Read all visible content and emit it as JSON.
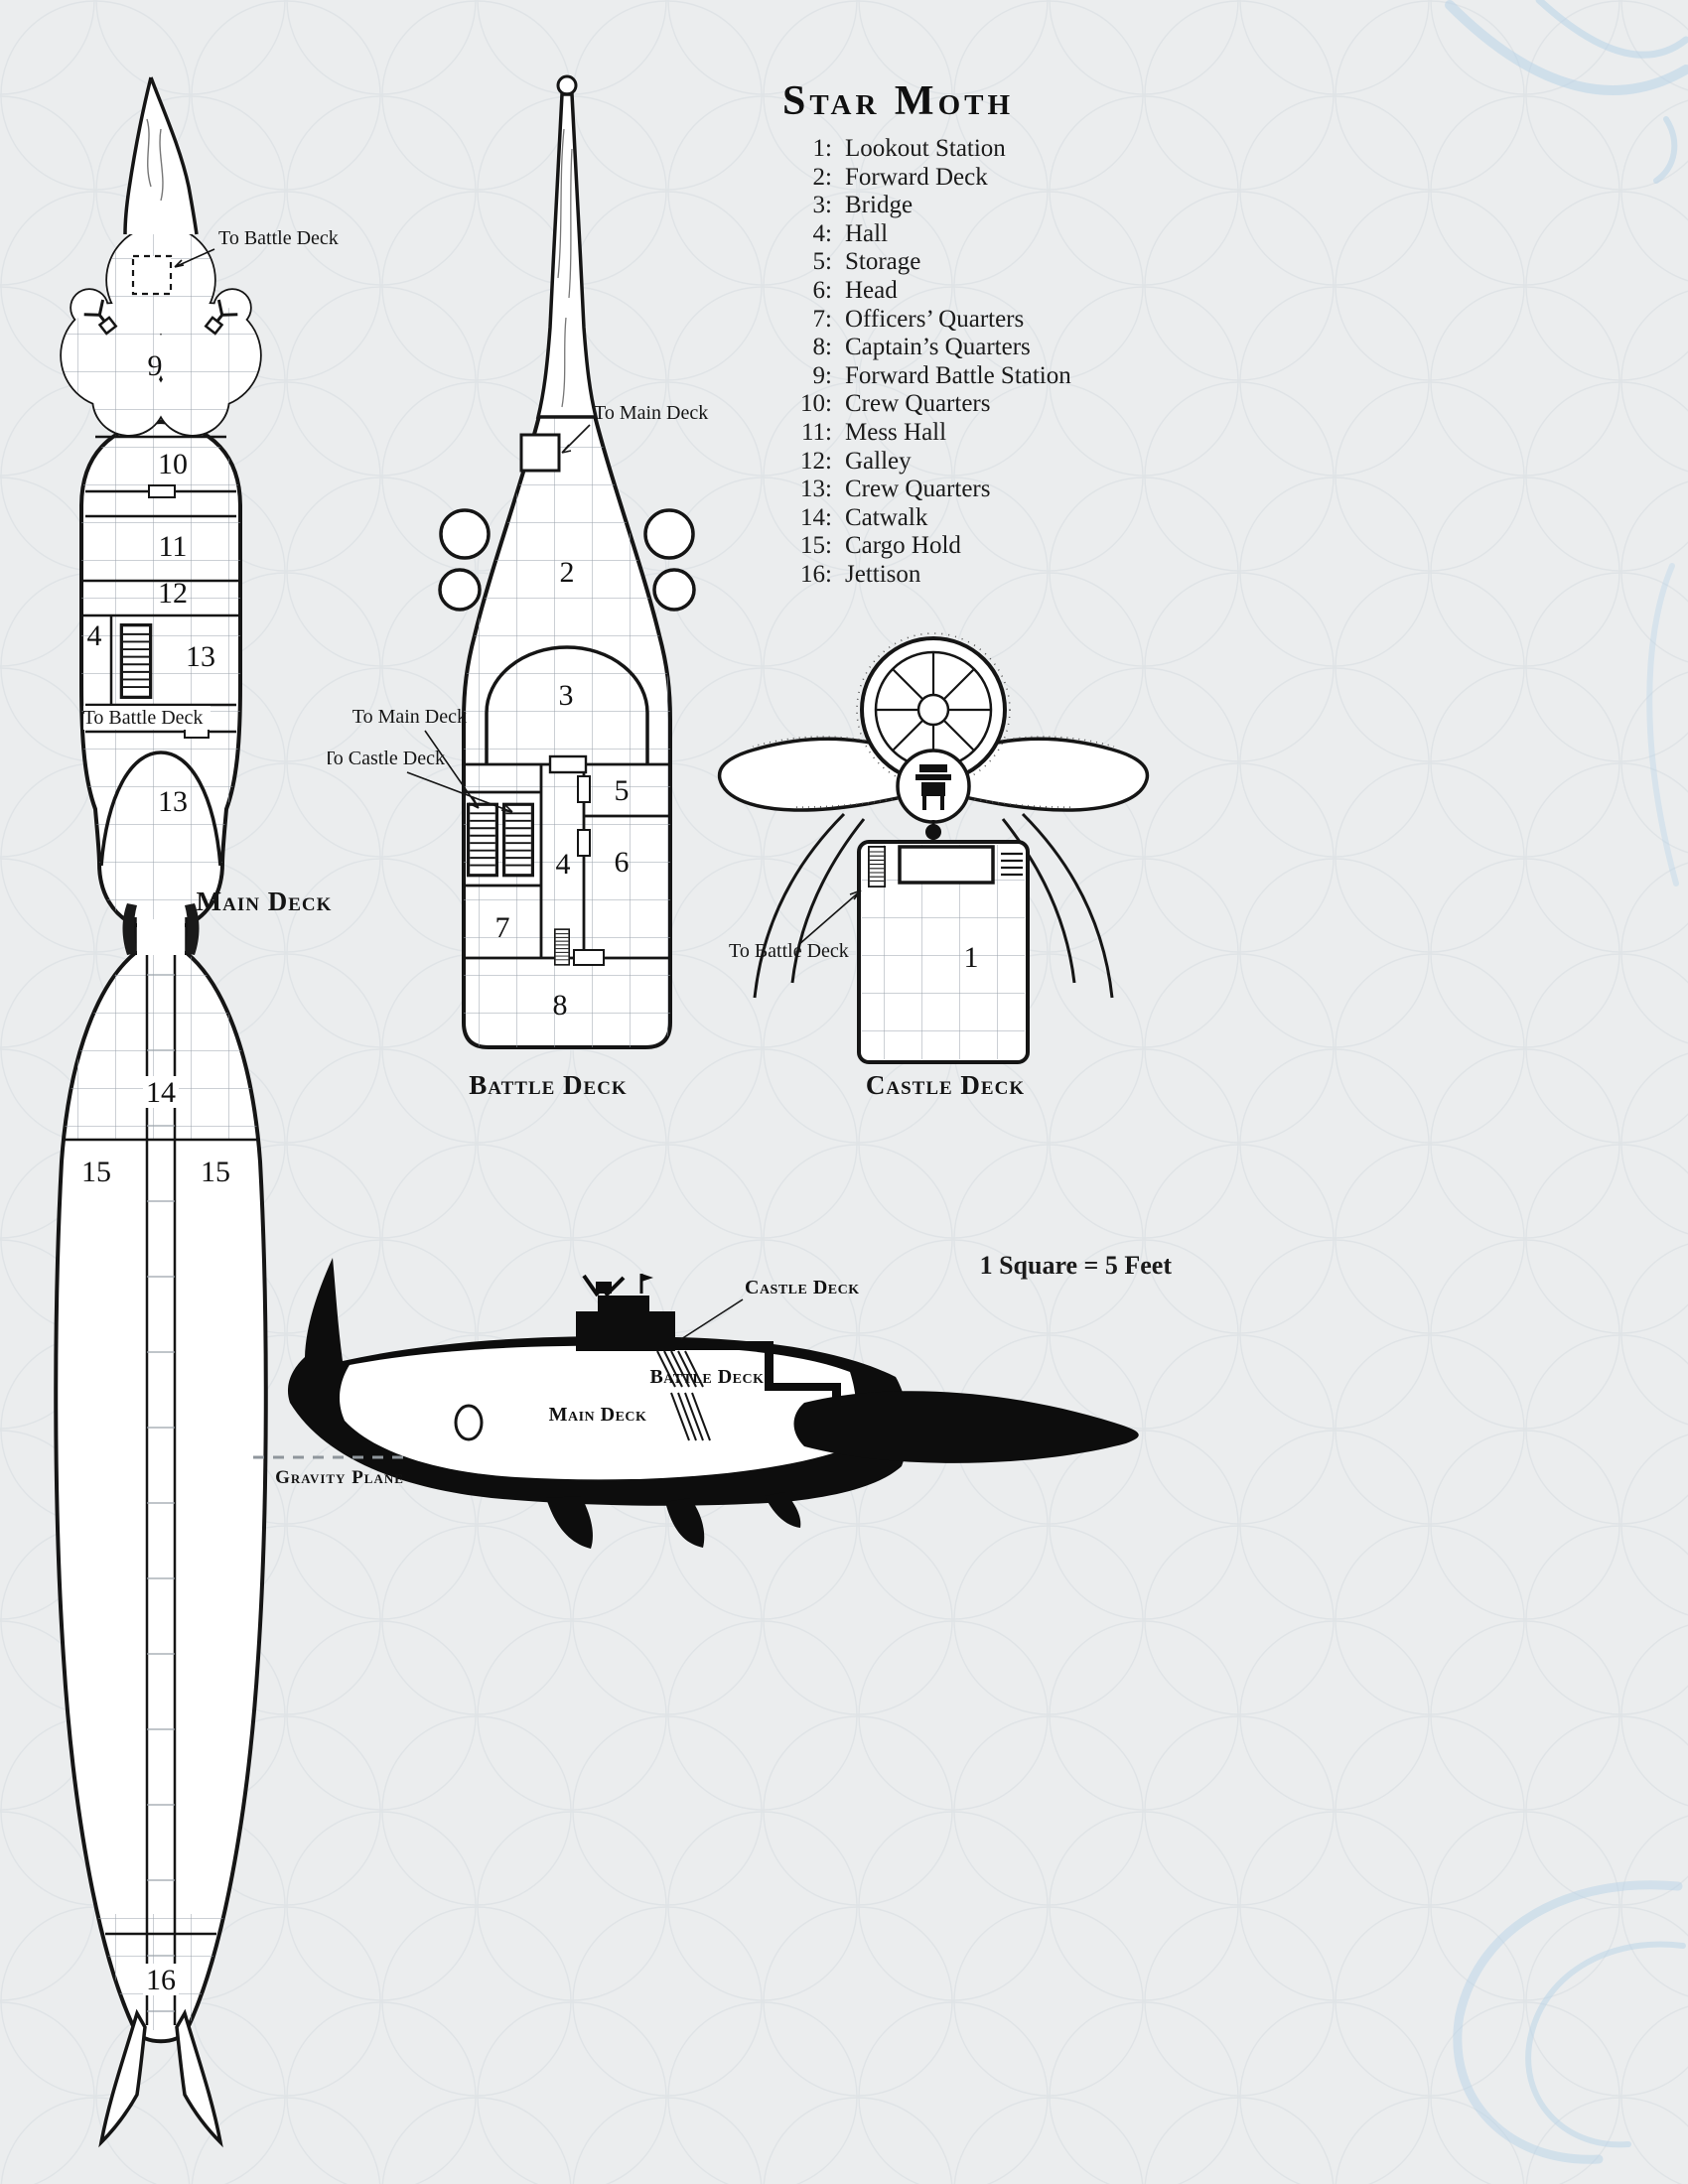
{
  "title": "Star Moth",
  "scale_note": "1 Square = 5 Feet",
  "legend": [
    {
      "num": "1:",
      "label": "Lookout Station"
    },
    {
      "num": "2:",
      "label": "Forward Deck"
    },
    {
      "num": "3:",
      "label": "Bridge"
    },
    {
      "num": "4:",
      "label": "Hall"
    },
    {
      "num": "5:",
      "label": "Storage"
    },
    {
      "num": "6:",
      "label": "Head"
    },
    {
      "num": "7:",
      "label": "Officers’ Quarters"
    },
    {
      "num": "8:",
      "label": "Captain’s Quarters"
    },
    {
      "num": "9:",
      "label": "Forward Battle Station"
    },
    {
      "num": "10:",
      "label": "Crew Quarters"
    },
    {
      "num": "11:",
      "label": "Mess Hall"
    },
    {
      "num": "12:",
      "label": "Galley"
    },
    {
      "num": "13:",
      "label": "Crew Quarters"
    },
    {
      "num": "14:",
      "label": "Catwalk"
    },
    {
      "num": "15:",
      "label": "Cargo Hold"
    },
    {
      "num": "16:",
      "label": "Jettison"
    }
  ],
  "captions": {
    "main_deck": "Main Deck",
    "battle_deck": "Battle Deck",
    "castle_deck": "Castle Deck",
    "gravity_plane": "Gravity Plane"
  },
  "profile_labels": {
    "castle_deck": "Castle Deck",
    "battle_deck": "Battle Deck",
    "main_deck": "Main Deck"
  },
  "callouts": {
    "main_top_to_battle": "To Battle Deck",
    "main_mid_to_battle": "To Battle Deck",
    "battle_top_to_main": "To Main Deck",
    "battle_side_to_main": "To Main Deck",
    "battle_side_to_castle": "To Castle Deck",
    "castle_to_battle": "To Battle Deck"
  },
  "rooms": {
    "main": [
      "9",
      "10",
      "11",
      "12",
      "4",
      "13",
      "13",
      "14",
      "15",
      "15",
      "16"
    ],
    "battle": [
      "2",
      "3",
      "5",
      "4",
      "6",
      "7",
      "8"
    ],
    "castle": [
      "1"
    ]
  },
  "colors": {
    "ink": "#151515",
    "grid": "#9aa2ab",
    "accent_blue": "#b9d4e8",
    "paper": "#ebedee"
  }
}
